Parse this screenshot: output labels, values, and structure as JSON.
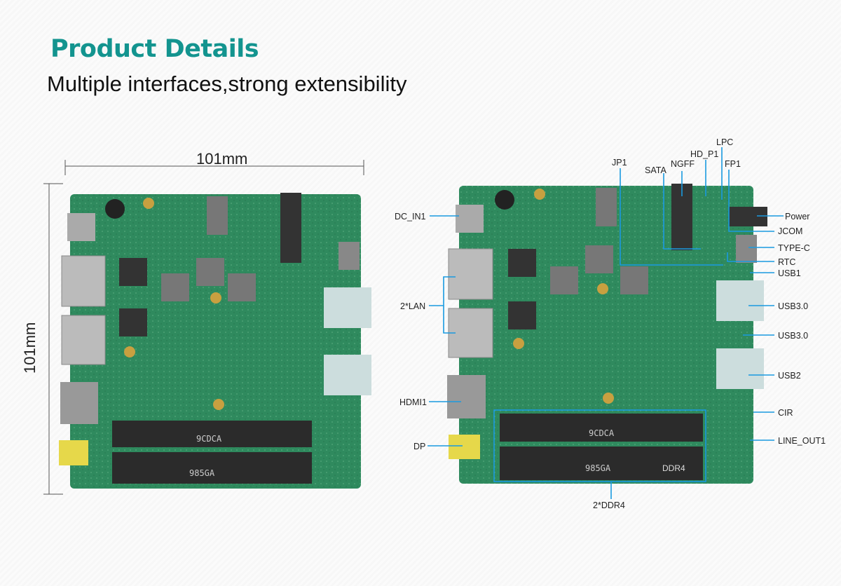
{
  "header": {
    "title": "Product Details",
    "subtitle": "Multiple interfaces,strong extensibility"
  },
  "dimensions": {
    "width": "101mm",
    "height": "101mm"
  },
  "board_markings": {
    "chip_top": "9CDCA",
    "chip_bottom": "985GA",
    "slot_label": "DDR4"
  },
  "callouts": {
    "dc_in": "DC_IN1",
    "lan": "2*LAN",
    "hdmi": "HDMI1",
    "dp": "DP",
    "ddr4": "2*DDR4",
    "jp1": "JP1",
    "sata": "SATA",
    "ngff": "NGFF",
    "hd_p1": "HD_P1",
    "lpc": "LPC",
    "fp1": "FP1",
    "power": "Power",
    "jcom": "JCOM",
    "type_c": "TYPE-C",
    "rtc": "RTC",
    "usb1": "USB1",
    "usb30_a": "USB3.0",
    "usb30_b": "USB3.0",
    "usb2": "USB2",
    "cir": "CIR",
    "line_out": "LINE_OUT1"
  },
  "colors": {
    "title": "#13948f",
    "callout_line": "#1a9ae0",
    "pcb": "#2f8a5e"
  }
}
